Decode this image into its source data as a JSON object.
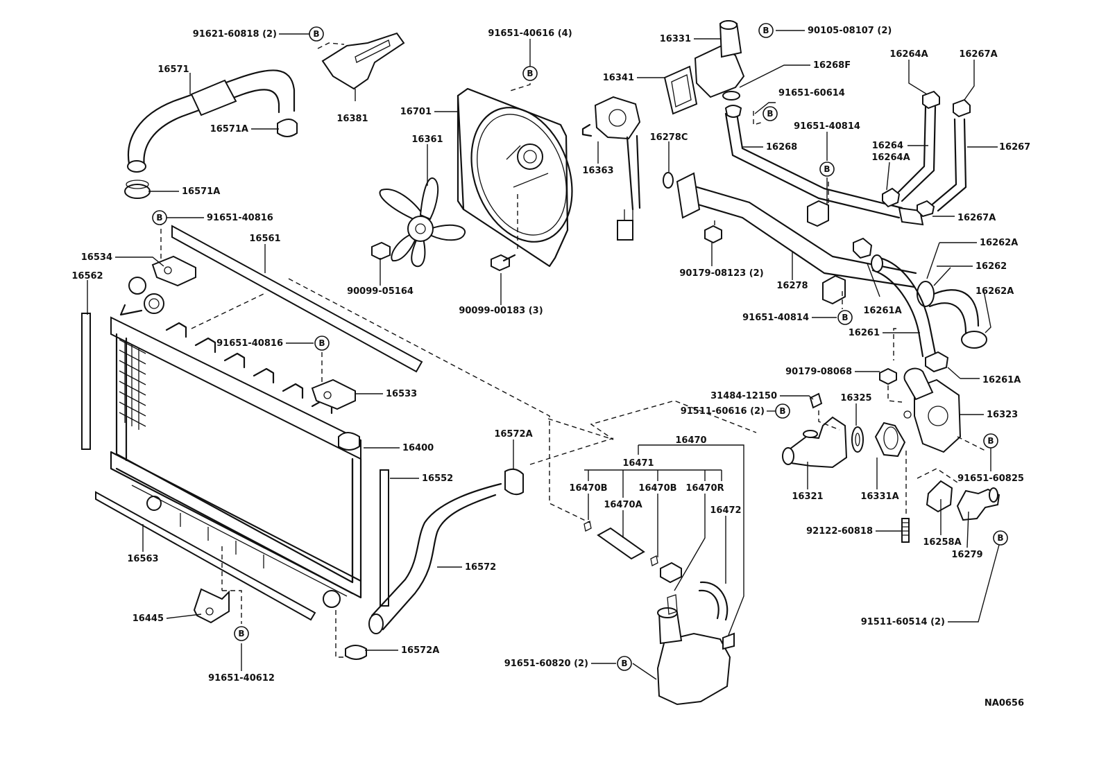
{
  "diagram_code": "NA0656",
  "b_mark": "B",
  "callouts": [
    {
      "id": "c1",
      "text": "91621-60818 (2)"
    },
    {
      "id": "c2",
      "text": "16571"
    },
    {
      "id": "c3",
      "text": "16571A"
    },
    {
      "id": "c4",
      "text": "16571A"
    },
    {
      "id": "c5",
      "text": "16381"
    },
    {
      "id": "c6",
      "text": "91651-40616 (4)"
    },
    {
      "id": "c7",
      "text": "16701"
    },
    {
      "id": "c8",
      "text": "16361"
    },
    {
      "id": "c9",
      "text": "90099-05164"
    },
    {
      "id": "c10",
      "text": "90099-00183 (3)"
    },
    {
      "id": "c11",
      "text": "16331"
    },
    {
      "id": "c12",
      "text": "90105-08107 (2)"
    },
    {
      "id": "c13",
      "text": "16341"
    },
    {
      "id": "c14",
      "text": "16268F"
    },
    {
      "id": "c15",
      "text": "16363"
    },
    {
      "id": "c16",
      "text": "91651-60614"
    },
    {
      "id": "c17",
      "text": "16278C"
    },
    {
      "id": "c18",
      "text": "16268"
    },
    {
      "id": "c19",
      "text": "91651-40814"
    },
    {
      "id": "c20",
      "text": "16264A"
    },
    {
      "id": "c21",
      "text": "16267A"
    },
    {
      "id": "c22",
      "text": "16264"
    },
    {
      "id": "c23",
      "text": "16264A"
    },
    {
      "id": "c24",
      "text": "16267"
    },
    {
      "id": "c25",
      "text": "16267A"
    },
    {
      "id": "c26",
      "text": "90179-08123 (2)"
    },
    {
      "id": "c27",
      "text": "16278"
    },
    {
      "id": "c28",
      "text": "16262A"
    },
    {
      "id": "c29",
      "text": "16262"
    },
    {
      "id": "c30",
      "text": "16262A"
    },
    {
      "id": "c31",
      "text": "91651-40814"
    },
    {
      "id": "c32",
      "text": "16261A"
    },
    {
      "id": "c33",
      "text": "16261"
    },
    {
      "id": "c34",
      "text": "16261A"
    },
    {
      "id": "c35",
      "text": "91651-40816"
    },
    {
      "id": "c36",
      "text": "16561"
    },
    {
      "id": "c37",
      "text": "16534"
    },
    {
      "id": "c38",
      "text": "16562"
    },
    {
      "id": "c39",
      "text": "91651-40816"
    },
    {
      "id": "c40",
      "text": "16533"
    },
    {
      "id": "c41",
      "text": "16400"
    },
    {
      "id": "c42",
      "text": "16572A"
    },
    {
      "id": "c43",
      "text": "16552"
    },
    {
      "id": "c44",
      "text": "90179-08068"
    },
    {
      "id": "c45",
      "text": "31484-12150"
    },
    {
      "id": "c46",
      "text": "91511-60616 (2)"
    },
    {
      "id": "c47",
      "text": "16325"
    },
    {
      "id": "c48",
      "text": "16323"
    },
    {
      "id": "c49",
      "text": "16470"
    },
    {
      "id": "c50",
      "text": "16471"
    },
    {
      "id": "c51",
      "text": "16470B"
    },
    {
      "id": "c52",
      "text": "16470A"
    },
    {
      "id": "c53",
      "text": "16470B"
    },
    {
      "id": "c54",
      "text": "16470R"
    },
    {
      "id": "c55",
      "text": "16472"
    },
    {
      "id": "c56",
      "text": "16321"
    },
    {
      "id": "c57",
      "text": "16331A"
    },
    {
      "id": "c58",
      "text": "91651-60825"
    },
    {
      "id": "c59",
      "text": "92122-60818"
    },
    {
      "id": "c60",
      "text": "16258A"
    },
    {
      "id": "c61",
      "text": "16279"
    },
    {
      "id": "c62",
      "text": "16563"
    },
    {
      "id": "c63",
      "text": "16572"
    },
    {
      "id": "c64",
      "text": "16445"
    },
    {
      "id": "c65",
      "text": "16572A"
    },
    {
      "id": "c66",
      "text": "91651-40612"
    },
    {
      "id": "c67",
      "text": "91651-60820 (2)"
    },
    {
      "id": "c68",
      "text": "91511-60514 (2)"
    }
  ]
}
